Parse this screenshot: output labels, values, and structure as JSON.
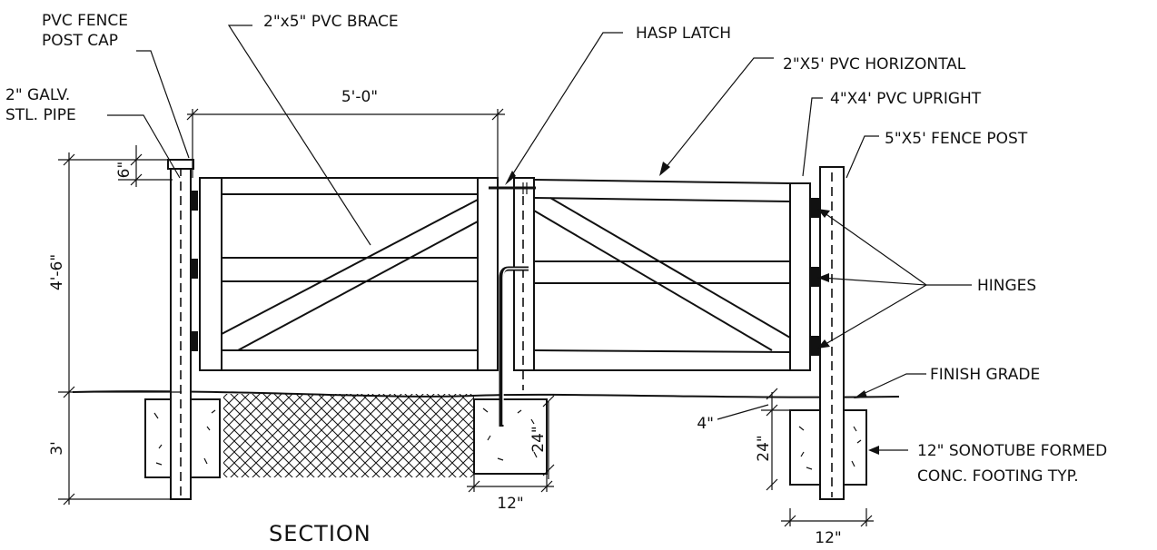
{
  "labels": {
    "post_cap": [
      "PVC FENCE",
      "POST CAP"
    ],
    "galv_pipe": [
      "2\"  GALV.",
      "STL. PIPE"
    ],
    "brace": "2\"x5\"  PVC BRACE",
    "hasp": "HASP LATCH",
    "horizontal": "2\"X5'  PVC HORIZONTAL",
    "upright": "4\"X4'  PVC UPRIGHT",
    "fence_post": "5\"X5'  FENCE POST",
    "hinges": "HINGES",
    "finish_grade": "FINISH GRADE",
    "footing": [
      "12\"  SONOTUBE FORMED",
      "CONC. FOOTING TYP."
    ],
    "section": "SECTION"
  },
  "dimensions": {
    "gate_width": "5'-0\"",
    "top_offset": "6\"",
    "above_grade": "4'-6\"",
    "below_grade": "3'",
    "latch_footing_depth": "24\"",
    "latch_footing_width": "12\"",
    "post_offset": "4\"",
    "post_footing_depth": "24\"",
    "post_footing_width": "12\""
  }
}
